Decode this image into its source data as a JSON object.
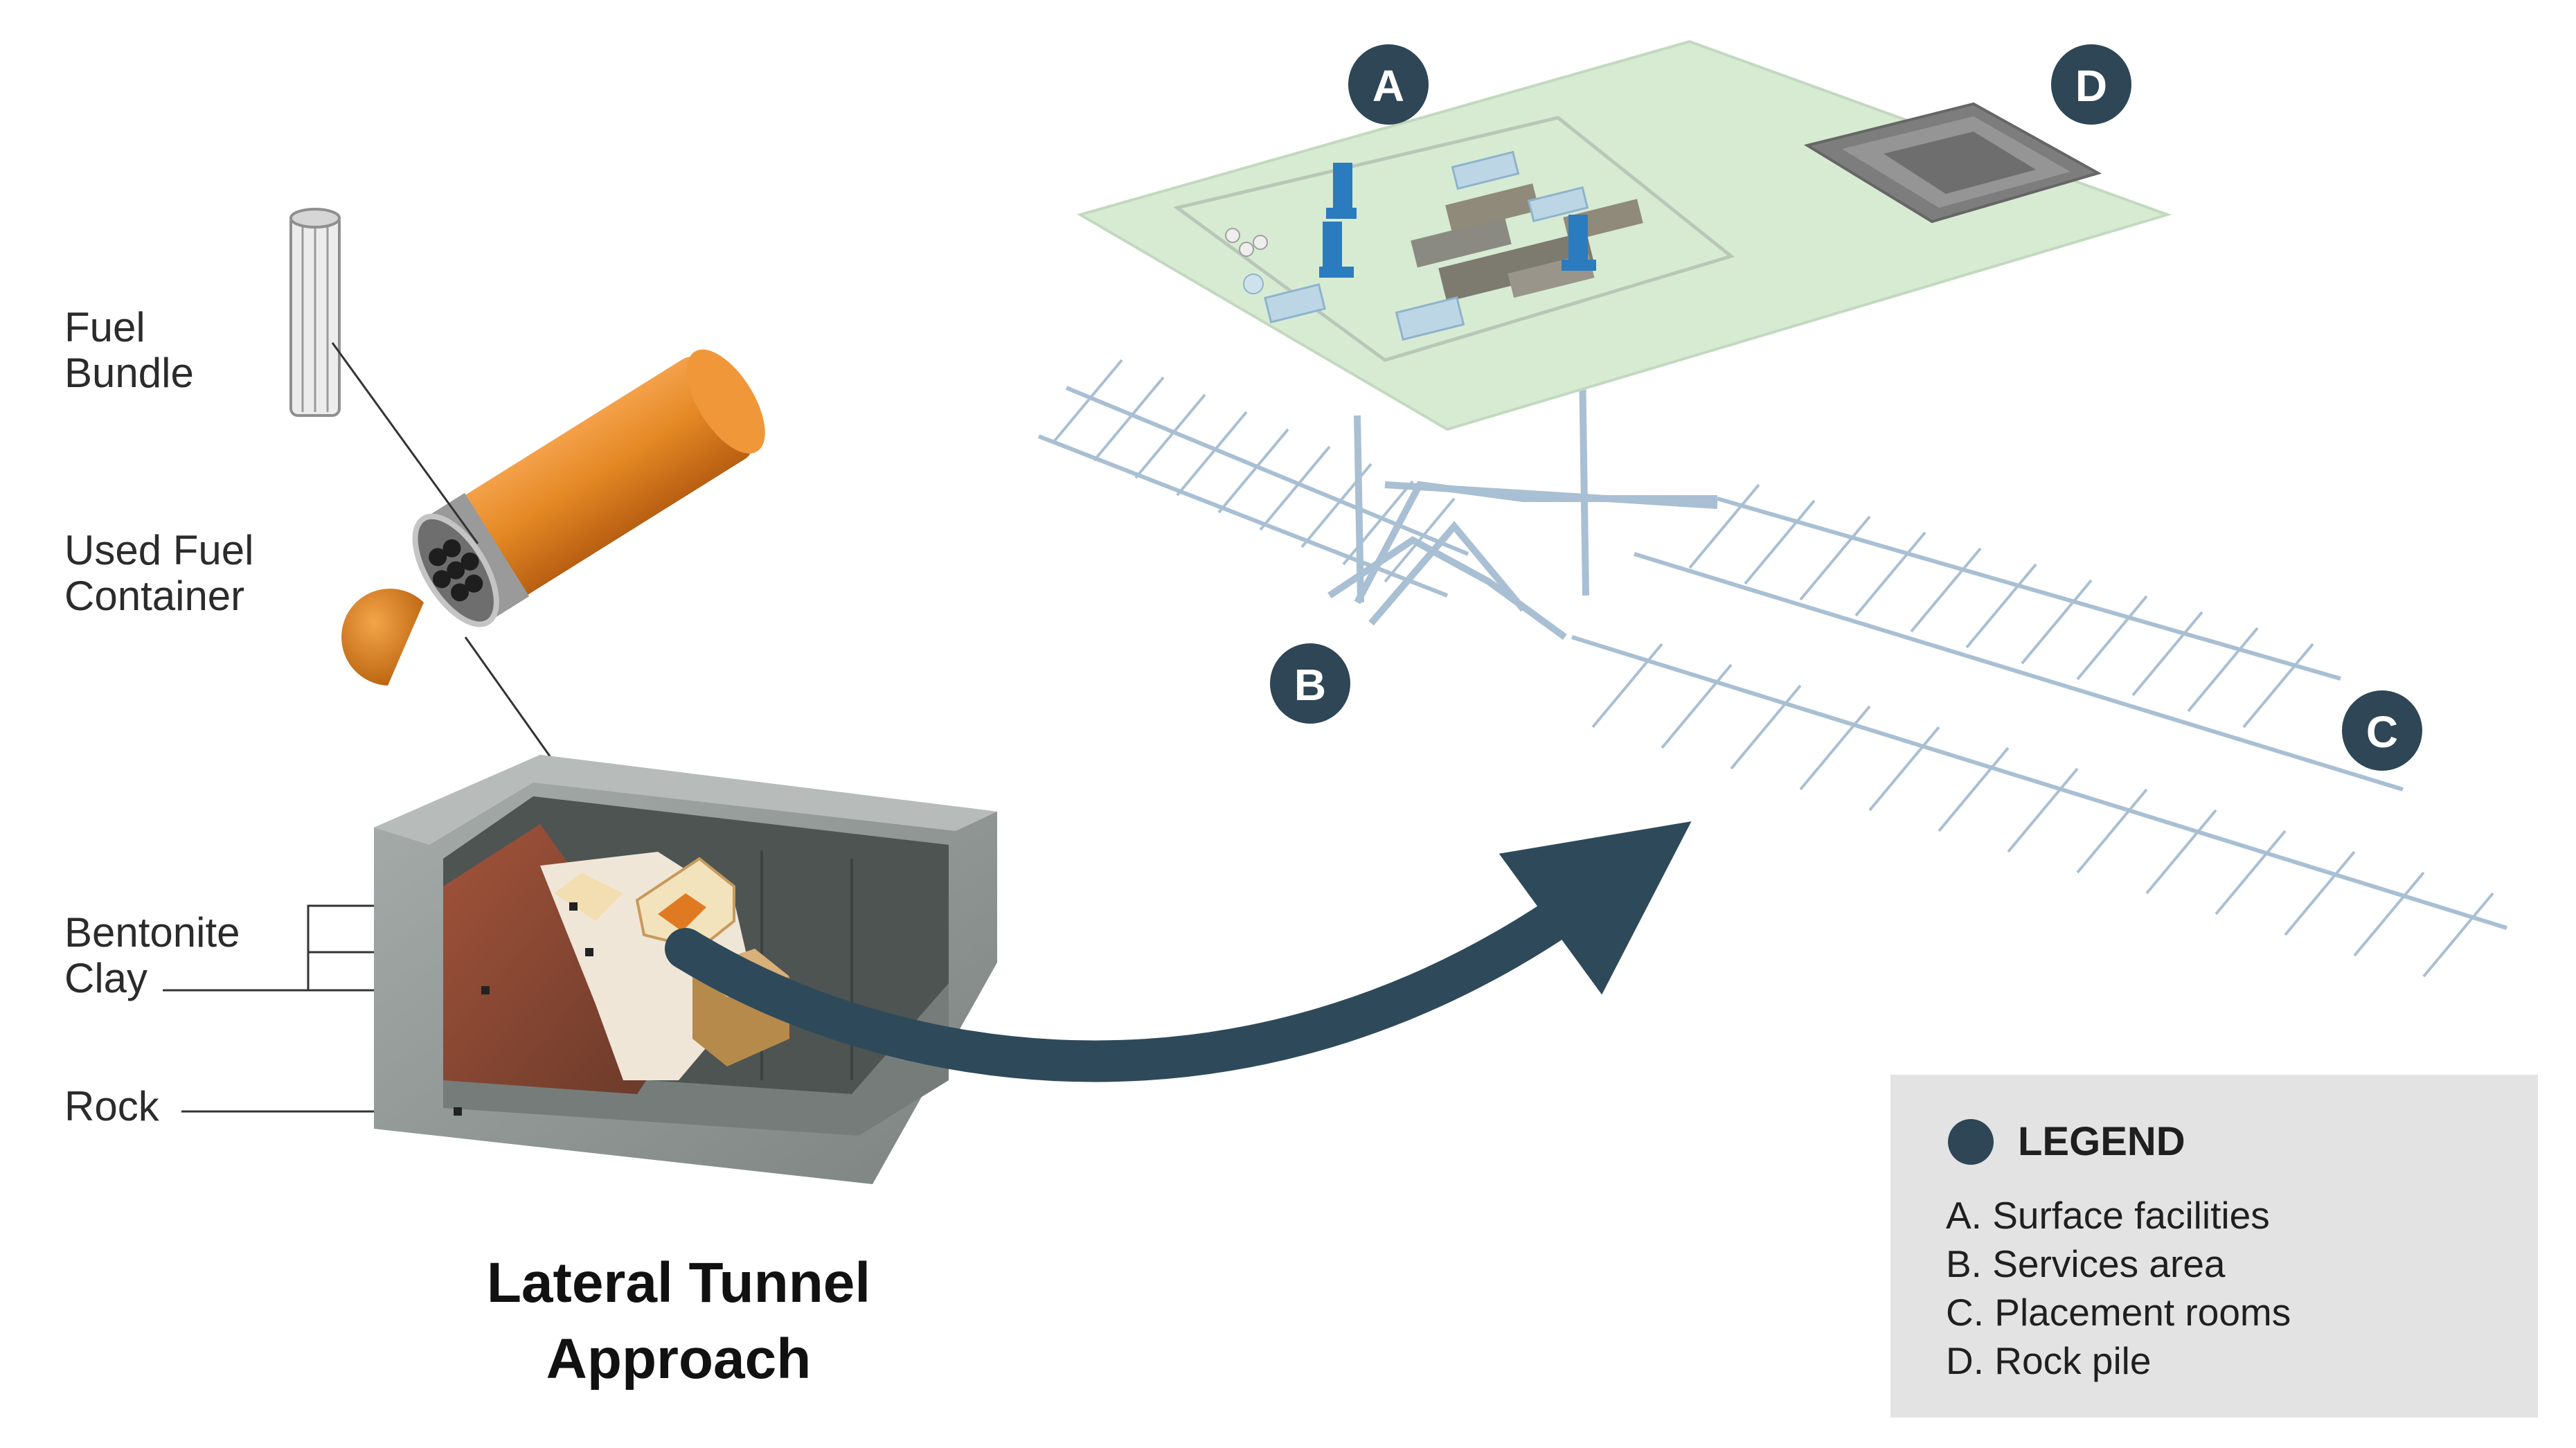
{
  "labels": {
    "fuel_bundle": "Fuel\nBundle",
    "used_fuel_container": "Used Fuel\nContainer",
    "bentonite_clay": "Bentonite\nClay",
    "rock": "Rock"
  },
  "title": "Lateral Tunnel\nApproach",
  "markers": {
    "a": "A",
    "b": "B",
    "c": "C",
    "d": "D"
  },
  "legend": {
    "title": "LEGEND",
    "items": [
      "A. Surface facilities",
      "B. Services area",
      "C. Placement rooms",
      "D. Rock pile"
    ]
  },
  "colors": {
    "marker": "#2e4656",
    "arrow": "#2e4a5a",
    "surface": "#d7ebd3",
    "tunnels": "#a9bfd3",
    "container": "#e88a2a",
    "rock": "#8e9492",
    "clay": "#f3e3bd",
    "excavation": "#8a4a35",
    "legend_bg": "#e3e3e3"
  }
}
